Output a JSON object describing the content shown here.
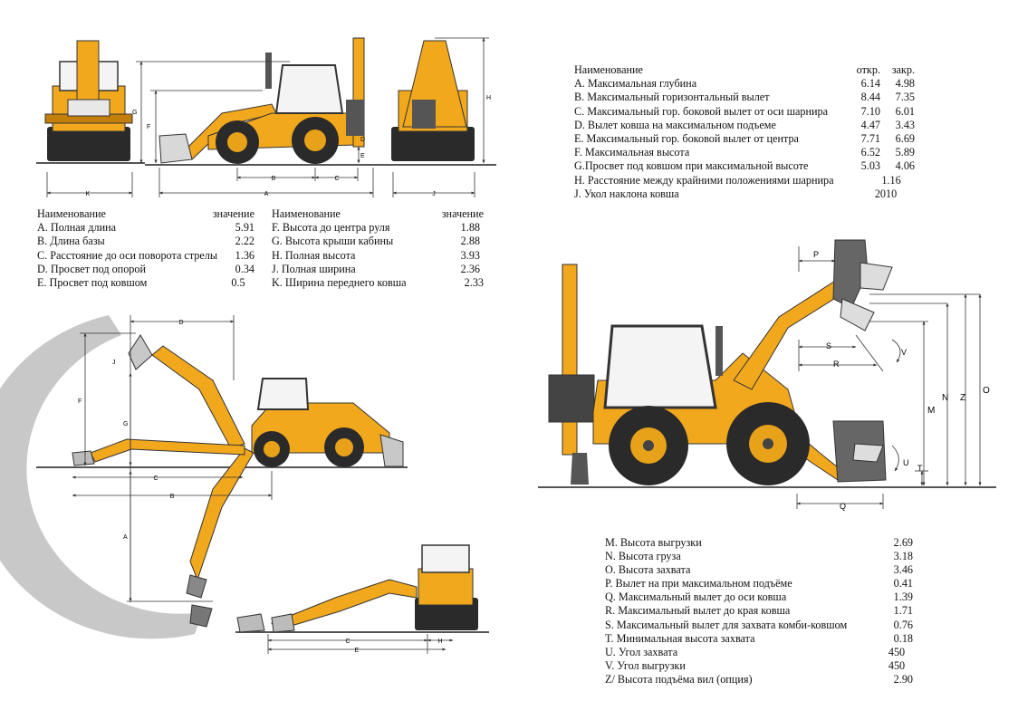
{
  "colors": {
    "body": "#f2a81d",
    "body_dark": "#c47e0c",
    "tyre": "#2a2a2a",
    "hub": "#e8a21a",
    "glass": "#f4f4f4",
    "line": "#333333",
    "ghost": "#c8c8c8"
  },
  "dim_letters": {
    "side_view": [
      "G",
      "F",
      "B",
      "C",
      "A",
      "D",
      "E"
    ],
    "rear_view": [
      "H",
      "J"
    ],
    "front_view": [
      "K"
    ],
    "reach_view": [
      "D",
      "J",
      "F",
      "G",
      "C",
      "B",
      "A"
    ],
    "small_view": [
      "C",
      "E",
      "H"
    ],
    "loader_view": [
      "P",
      "S",
      "R",
      "V",
      "M",
      "N",
      "Z",
      "O",
      "U",
      "T",
      "Q"
    ]
  },
  "table_excavator_top": {
    "header": {
      "name": "Наименование",
      "open": "откр.",
      "closed": "закр."
    },
    "rows": [
      {
        "label": "A. Максимальная глубина",
        "open": "6.14",
        "closed": "4.98"
      },
      {
        "label": "B. Максимальный горизонтальный вылет",
        "open": "8.44",
        "closed": "7.35"
      },
      {
        "label": "C. Максимальный гор. боковой вылет от оси шарнира",
        "open": "7.10",
        "closed": "6.01"
      },
      {
        "label": "D. Вылет ковша на максимальном подъеме",
        "open": "4.47",
        "closed": "3.43"
      },
      {
        "label": "E. Максимальный гор. боковой вылет от центра",
        "open": "7.71",
        "closed": "6.69"
      },
      {
        "label": "F. Максимальная высота",
        "open": "6.52",
        "closed": "5.89"
      },
      {
        "label": "G.Просвет под ковшом при максимальной высоте",
        "open": "5.03",
        "closed": "4.06"
      }
    ],
    "extra": [
      {
        "label": "H. Расстояние между крайними положениями шарнира",
        "value": "1.16"
      },
      {
        "label": "J. Укол наклона ковша",
        "value": "2010"
      }
    ]
  },
  "table_machine_left": {
    "header": {
      "name": "Наименование",
      "value": "значение"
    },
    "rows": [
      {
        "label": "A. Полная длина",
        "value": "5.91"
      },
      {
        "label": "B. Длина базы",
        "value": "2.22"
      },
      {
        "label": "C. Расстояние до оси поворота стрелы",
        "value": "1.36"
      },
      {
        "label": "D. Просвет под опорой",
        "value": "0.34"
      },
      {
        "label": "E. Просвет под ковшом",
        "value": "0.5"
      }
    ]
  },
  "table_machine_right": {
    "header": {
      "name": "Наименование",
      "value": "значение"
    },
    "rows": [
      {
        "label": "F. Высота до центра руля",
        "value": "1.88"
      },
      {
        "label": "G. Высота крыши кабины",
        "value": "2.88"
      },
      {
        "label": "H. Полная высота",
        "value": "3.93"
      },
      {
        "label": "J. Полная ширина",
        "value": "2.36"
      },
      {
        "label": "K. Ширина переднего ковша",
        "value": "2.33"
      }
    ]
  },
  "table_loader": {
    "rows": [
      {
        "label": "M. Высота выгрузки",
        "value": "2.69"
      },
      {
        "label": "N. Высота груза",
        "value": "3.18"
      },
      {
        "label": "O. Высота захвата",
        "value": "3.46"
      },
      {
        "label": "P.  Вылет на при максимальном подъёме",
        "value": "0.41"
      },
      {
        "label": "Q. Максимальный вылет  до оси ковша",
        "value": "1.39"
      },
      {
        "label": "R. Максимальный вылет до края ковша",
        "value": "1.71"
      },
      {
        "label": "S. Максимальный вылет для захвата комби-ковшом",
        "value": "0.76"
      },
      {
        "label": "T. Минимальная высота захвата",
        "value": "0.18"
      },
      {
        "label": "U. Угол захвата",
        "value": "450"
      },
      {
        "label": "V. Угол выгрузки",
        "value": "450"
      },
      {
        "label": "Z/ Высота подъёма вил (опция)",
        "value": "2.90"
      }
    ]
  }
}
